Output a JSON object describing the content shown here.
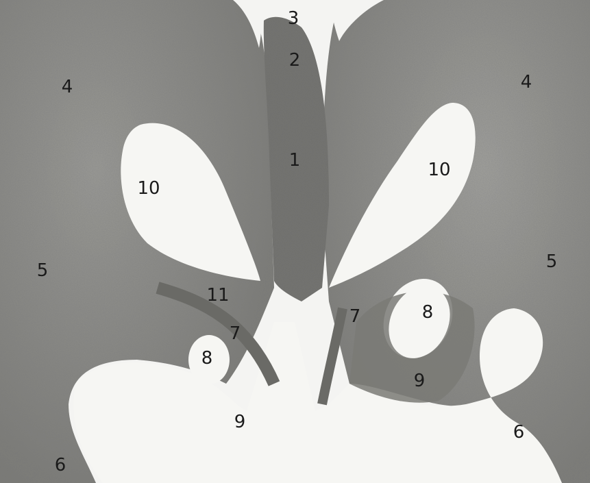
{
  "figure": {
    "background_color": "#f4f4f2",
    "tissue_color": "#8a8a86",
    "labels": {
      "l1": "1",
      "l2": "2",
      "l3": "3",
      "l4_left": "4",
      "l4_right": "4",
      "l5_left": "5",
      "l5_right": "5",
      "l6_left": "6",
      "l6_right": "6",
      "l7_left": "7",
      "l7_right": "7",
      "l8_left": "8",
      "l8_right": "8",
      "l9_left": "9",
      "l9_right": "9",
      "l10_left": "10",
      "l10_right": "10",
      "l11": "11"
    }
  }
}
